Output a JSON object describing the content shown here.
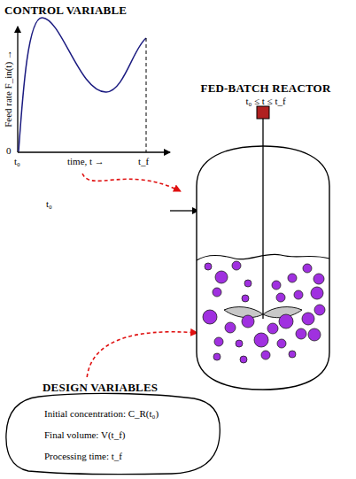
{
  "diagram": {
    "nodes": [
      {
        "text": [
          "CONTROL VARIABLE"
        ]
      },
      {
        "text": [
          "FED-BATCH REACTOR",
          "t₀ ≤ t ≤ t_f"
        ]
      },
      {
        "text": [
          "DESIGN VARIABLES",
          "Initial concentration: C_R(t₀)",
          "Final volume: V(t_f)",
          "Processing time: t_f"
        ]
      }
    ],
    "edges": [
      {
        "from": 0,
        "to": 1,
        "arrow": "to"
      },
      {
        "from": 2,
        "to": 1,
        "arrow": "to"
      }
    ],
    "labels": [
      "Feed rate F_in(t) →",
      "0",
      "t₀",
      "time, t →",
      "t_f",
      "t₀"
    ]
  }
}
